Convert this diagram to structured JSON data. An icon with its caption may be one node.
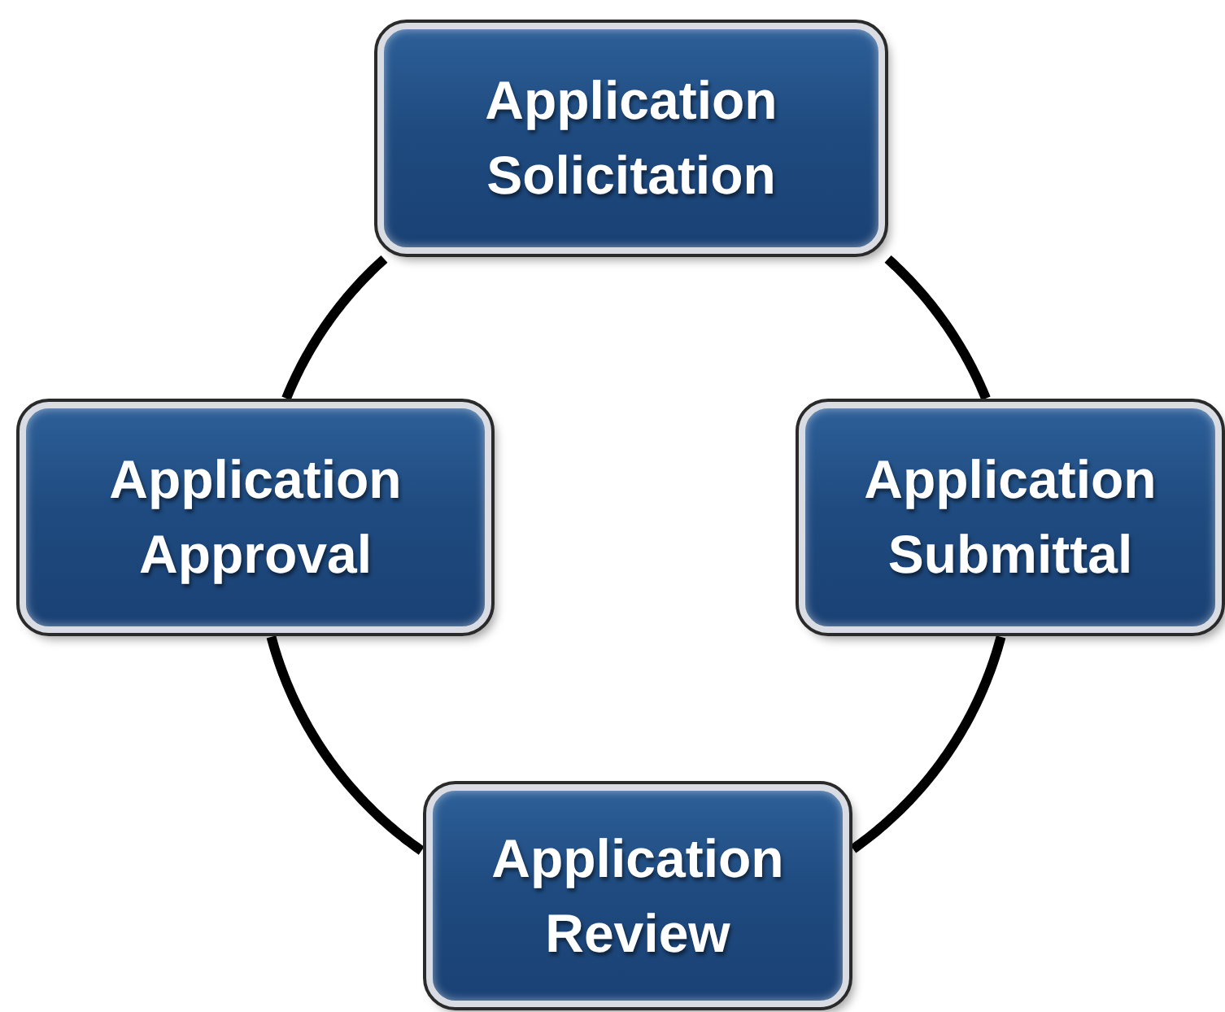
{
  "diagram": {
    "nodes": [
      {
        "text": [
          "Application Solicitation"
        ]
      },
      {
        "text": [
          "Application Submittal"
        ]
      },
      {
        "text": [
          "Application Review"
        ]
      },
      {
        "text": [
          "Application Approval"
        ]
      }
    ],
    "edges": [
      {
        "from": 0,
        "to": 1,
        "arrow": "none"
      },
      {
        "from": 1,
        "to": 2,
        "arrow": "none"
      },
      {
        "from": 2,
        "to": 3,
        "arrow": "none"
      },
      {
        "from": 3,
        "to": 0,
        "arrow": "none"
      }
    ]
  }
}
